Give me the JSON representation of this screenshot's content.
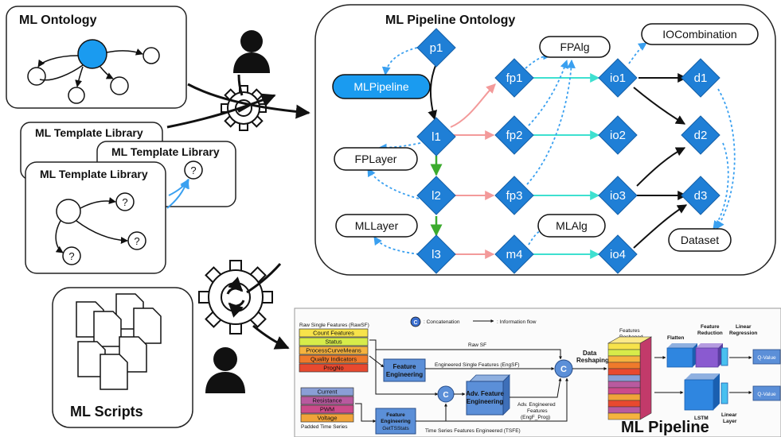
{
  "panels": {
    "ml_ontology": "ML Ontology",
    "ml_template_library": "ML Template Library",
    "ml_pipeline_ontology": "ML Pipeline Ontology",
    "ml_scripts": "ML Scripts",
    "ml_pipeline": "ML Pipeline"
  },
  "question_mark": "?",
  "ontology_nodes": {
    "p1": "p1",
    "l1": "l1",
    "l2": "l2",
    "l3": "l3",
    "fp1": "fp1",
    "fp2": "fp2",
    "fp3": "fp3",
    "m4": "m4",
    "io1": "io1",
    "io2": "io2",
    "io3": "io3",
    "io4": "io4",
    "d1": "d1",
    "d2": "d2",
    "d3": "d3"
  },
  "ontology_classes": {
    "mlpipeline": "MLPipeline",
    "fpalg": "FPAlg",
    "iocombination": "IOCombination",
    "fplayer": "FPLayer",
    "mllayer": "MLLayer",
    "mlalg": "MLAlg",
    "dataset": "Dataset"
  },
  "pipeline": {
    "legend_concat_symbol": "C",
    "legend_concat": ": Concatenation",
    "legend_flow": ": Information flow",
    "raw_single_features_title": "Raw Single Features (RawSF)",
    "raw_features": [
      "Count Features",
      "Status",
      "ProcessCurveMeans",
      "Quality Indicators",
      "ProgNo"
    ],
    "raw_feature_colors": [
      "#f7e34a",
      "#d7ec4a",
      "#f5b33f",
      "#ef7a2b",
      "#e8492f"
    ],
    "time_series": [
      "Current",
      "Resistance",
      "PWM",
      "Voltage"
    ],
    "time_series_colors": [
      "#8a9fd6",
      "#b85a9f",
      "#cc4b8a",
      "#f0a33a"
    ],
    "padded_time_series": "Padded Time Series",
    "raw_sf": "Raw SF",
    "fe1_line1": "Feature",
    "fe1_line2": "Engineering",
    "engineered_single_features": "Engineered Single Features (EngSF)",
    "fe2_line1": "Feature",
    "fe2_line2": "Engineering",
    "fe2_line3": "GetTSStats",
    "time_series_features": "Time Series Features Engineered (TSFE)",
    "adv_line1": "Adv. Feature",
    "adv_line2": "Engineering",
    "adv_out_line1": "Adv. Engineered",
    "adv_out_line2": "Features",
    "adv_out_line3": "(EngF_Prog)",
    "data_reshaping_1": "Data",
    "data_reshaping_2": "Reshaping",
    "features_reshaped_1": "Features",
    "features_reshaped_2": "Reshaped",
    "flatten": "Flatten",
    "feature_reduction_1": "Feature",
    "feature_reduction_2": "Reduction",
    "linear_regression_1": "Linear",
    "linear_regression_2": "Regression",
    "q_value": "Q-Value",
    "lstm": "LSTM",
    "linear_layer_1": "Linear",
    "linear_layer_2": "Layer"
  },
  "colors": {
    "accent_blue": "#1f86e0",
    "cyan_edge": "#3ee0d0",
    "pink_edge": "#f39a9a",
    "green_edge": "#3cab2e",
    "dashed_blue": "#3aa0f0"
  }
}
